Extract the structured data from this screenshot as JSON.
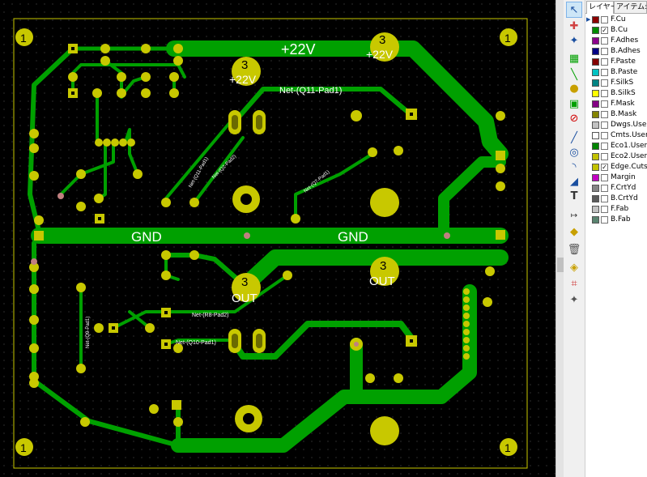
{
  "board": {
    "labels": {
      "plus22v_main": "+22V",
      "cap_num": "3",
      "cap_22v": "+22V",
      "out": "OUT",
      "gnd": "GND",
      "corner": "1",
      "net_q11": "Net-(Q11-Pad1)",
      "net_q11_small": "Net-(Q11-Pad1)",
      "net_q2": "Net-(Q2-Pad2)",
      "net_q7": "Net-(Q7-Pad1)",
      "net_r8": "Net-(R8-Pad2)",
      "net_q10": "Net-(Q10-Pad1)",
      "net_vert": "Net-(Q9-Pad1)"
    },
    "colors": {
      "copper": "#00a000",
      "pad": "#c8c800",
      "pad_hole": "#6a6a00",
      "board_edge": "#c8c800",
      "grid": "#555555",
      "background": "#000000"
    }
  },
  "toolbar": {
    "tools": [
      "select-arrow-icon",
      "highlight-net-icon",
      "local-ratsnest-icon",
      "add-footprint-icon",
      "route-track-icon",
      "add-via-icon",
      "add-zone-icon",
      "add-keepout-icon",
      "add-line-icon",
      "add-circle-icon",
      "add-arc-icon",
      "add-polygon-icon",
      "add-text-icon",
      "add-dimension-icon",
      "add-target-icon",
      "delete-icon",
      "set-origin-icon",
      "grid-origin-icon",
      "measure-icon"
    ]
  },
  "panel": {
    "tabs": [
      "レイヤー",
      "アイテム:"
    ],
    "layers": [
      {
        "name": "F.Cu",
        "color": "#8c0000",
        "checked": false,
        "current": true
      },
      {
        "name": "B.Cu",
        "color": "#008c00",
        "checked": true,
        "current": false
      },
      {
        "name": "F.Adhes",
        "color": "#8c008c",
        "checked": false,
        "current": false
      },
      {
        "name": "B.Adhes",
        "color": "#000084",
        "checked": false,
        "current": false
      },
      {
        "name": "F.Paste",
        "color": "#840000",
        "checked": false,
        "current": false
      },
      {
        "name": "B.Paste",
        "color": "#00c2c2",
        "checked": false,
        "current": false
      },
      {
        "name": "F.SilkS",
        "color": "#008484",
        "checked": false,
        "current": false
      },
      {
        "name": "B.SilkS",
        "color": "#ffff00",
        "checked": false,
        "current": false
      },
      {
        "name": "F.Mask",
        "color": "#840084",
        "checked": false,
        "current": false
      },
      {
        "name": "B.Mask",
        "color": "#848400",
        "checked": false,
        "current": false
      },
      {
        "name": "Dwgs.User",
        "color": "#c2c2c2",
        "checked": false,
        "current": false
      },
      {
        "name": "Cmts.User",
        "color": "#ffffff",
        "checked": false,
        "current": false
      },
      {
        "name": "Eco1.User",
        "color": "#008400",
        "checked": false,
        "current": false
      },
      {
        "name": "Eco2.User",
        "color": "#c2c200",
        "checked": false,
        "current": false
      },
      {
        "name": "Edge.Cuts",
        "color": "#c2c200",
        "checked": true,
        "current": false
      },
      {
        "name": "Margin",
        "color": "#c200c2",
        "checked": false,
        "current": false
      },
      {
        "name": "F.CrtYd",
        "color": "#848484",
        "checked": false,
        "current": false
      },
      {
        "name": "B.CrtYd",
        "color": "#5a5a5a",
        "checked": false,
        "current": false
      },
      {
        "name": "F.Fab",
        "color": "#c2c2c2",
        "checked": false,
        "current": false
      },
      {
        "name": "B.Fab",
        "color": "#5a8470",
        "checked": false,
        "current": false
      }
    ]
  }
}
